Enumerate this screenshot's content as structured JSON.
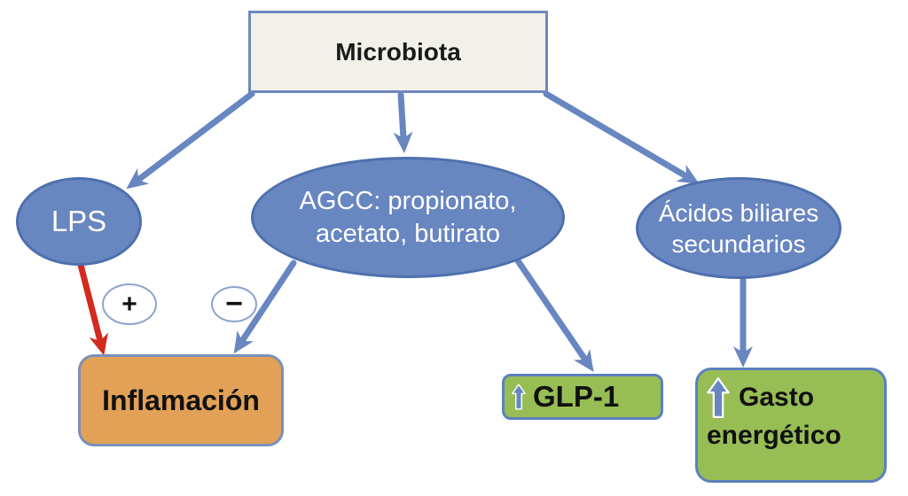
{
  "diagram": {
    "nodes": {
      "microbiota": {
        "label": "Microbiota"
      },
      "lps": {
        "label": "LPS"
      },
      "agcc": {
        "lines": [
          "AGCC: propionato,",
          "acetato, butirato"
        ]
      },
      "acidos_biliares": {
        "lines": [
          "Ácidos biliares",
          "secundarios"
        ]
      },
      "inflamacion": {
        "label": "Inflamación"
      },
      "glp1": {
        "label": "GLP-1"
      },
      "gasto_energetico": {
        "lines": [
          "Gasto",
          "energético"
        ]
      }
    },
    "signs": {
      "plus": "+",
      "minus": "−"
    },
    "icons": {
      "glp1_increase": "up-arrow-icon",
      "gasto_increase": "up-arrow-icon"
    },
    "colors": {
      "node_blue_fill": "#6886c0",
      "node_blue_border": "#4d70ae",
      "arrow_blue": "#6886c0",
      "arrow_red": "#d32b1e",
      "microbiota_fill": "#f2f1e9",
      "inflamacion_fill": "#e2a156",
      "green_fill": "#97bd55",
      "green_border": "#5c80bd",
      "badge_border": "#8aa3cc"
    }
  }
}
